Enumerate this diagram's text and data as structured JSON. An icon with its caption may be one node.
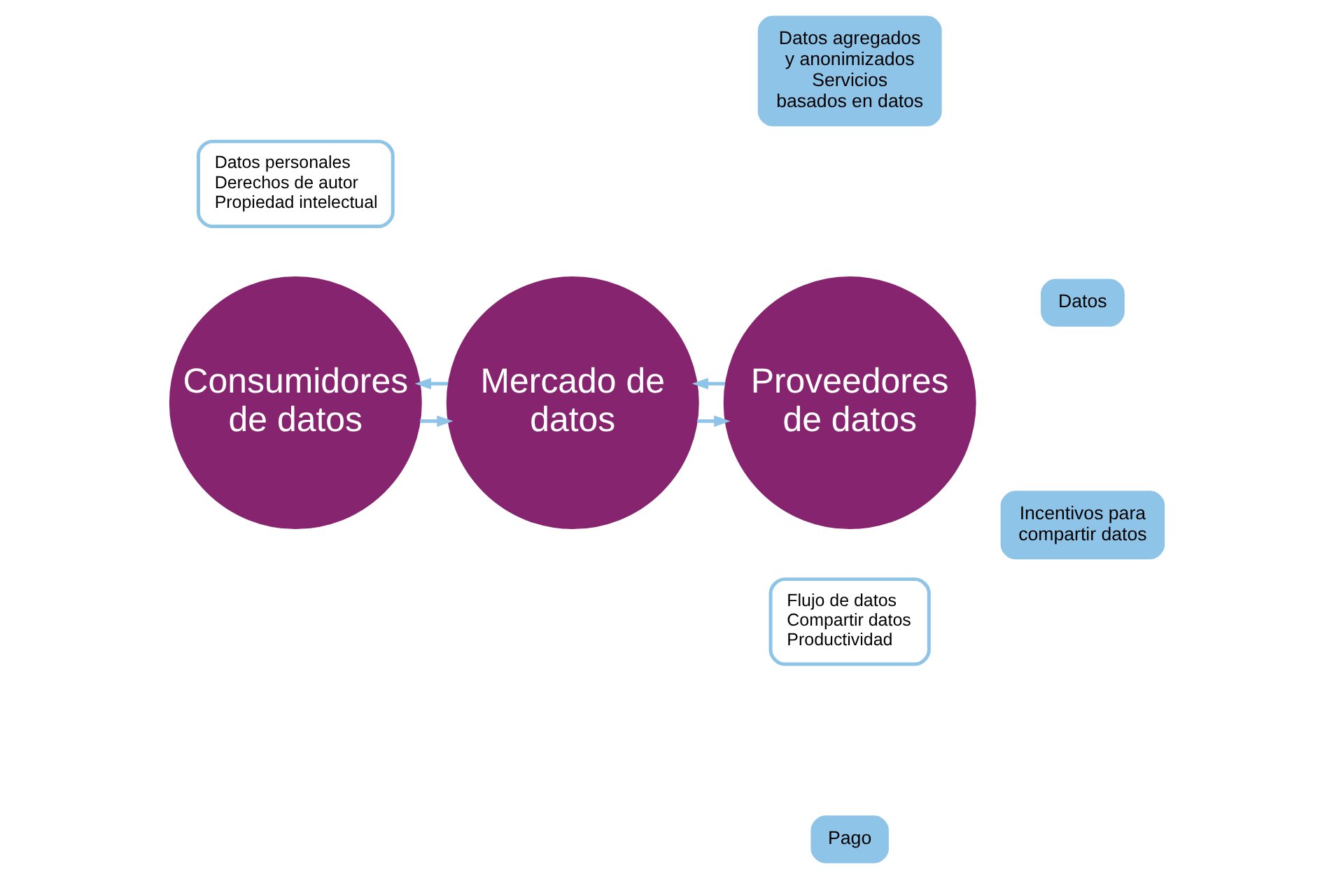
{
  "diagram": {
    "nodes": [
      {
        "text": [
          "Datos personales",
          "Derechos de autor",
          "Propiedad intelectual"
        ]
      },
      {
        "text": [
          "Datos"
        ]
      },
      {
        "text": [
          "Datos agregados y anonimizados",
          "Servicios basados en datos"
        ]
      },
      {
        "text": [
          "Proveedores de datos"
        ]
      },
      {
        "text": [
          "Mercado de datos"
        ]
      },
      {
        "text": [
          "Consumidores de datos"
        ]
      },
      {
        "text": [
          "Incentivos para compartir datos"
        ]
      },
      {
        "text": [
          "Pago"
        ]
      },
      {
        "text": [
          "Flujo de datos",
          "Compartir datos",
          "Productividad"
        ]
      }
    ],
    "edges": [
      {
        "from": 3,
        "to": 4,
        "arrow": "to"
      },
      {
        "from": 4,
        "to": 5,
        "arrow": "to"
      },
      {
        "from": 5,
        "to": 4,
        "arrow": "to"
      },
      {
        "from": 4,
        "to": 3,
        "arrow": "to"
      }
    ]
  }
}
